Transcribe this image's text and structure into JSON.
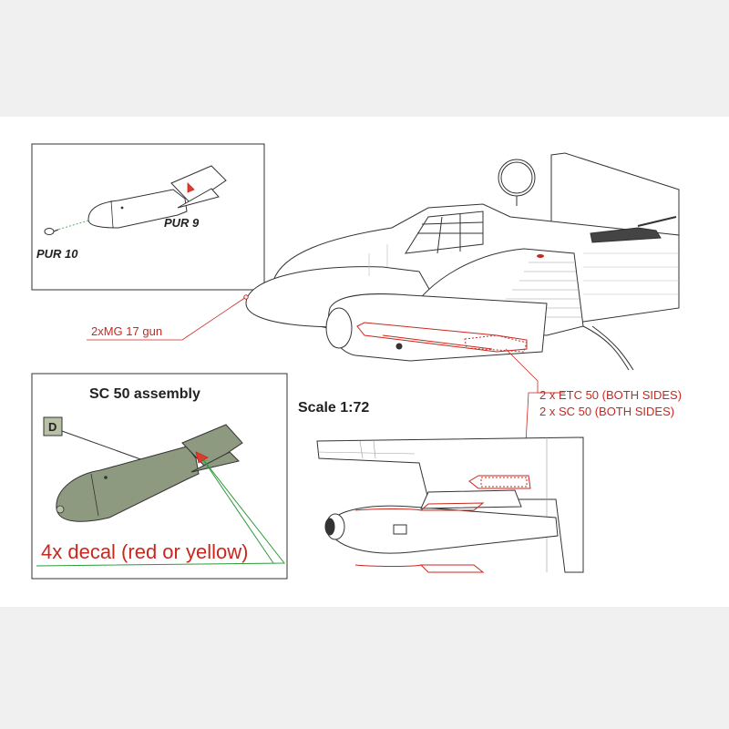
{
  "inset_top": {
    "part_body": "PUR 9",
    "part_nose": "PUR 10"
  },
  "callouts": {
    "gun": "2xMG 17 gun",
    "etc": "2 x ETC 50 (BOTH SIDES)",
    "sc": "2 x SC 50 (BOTH SIDES)"
  },
  "inset_bottom": {
    "title": "SC 50 assembly",
    "decal_code": "D",
    "decal_note": "4x decal (red or yellow)"
  },
  "scale": "Scale 1:72",
  "colors": {
    "callout_red": "#c8281e",
    "bomb_green": "#8e9a80",
    "decal_box": "#b8c0a6",
    "leader_green": "#2e9a3c",
    "line": "#333333"
  }
}
